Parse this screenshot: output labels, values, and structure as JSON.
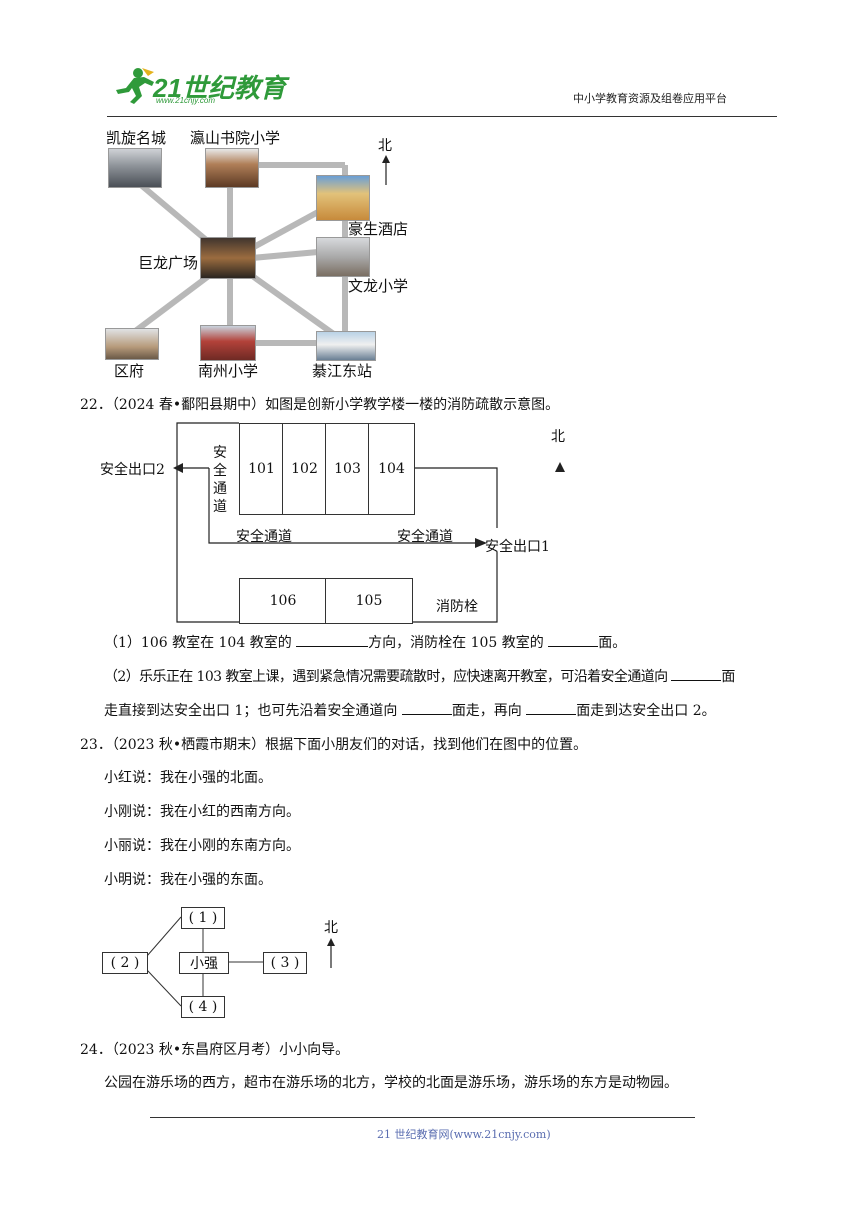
{
  "header": {
    "logo_text": "21世纪教育",
    "logo_url": "www.21cnjy.com",
    "platform": "中小学教育资源及组卷应用平台"
  },
  "map1": {
    "labels": {
      "kaixuan": "凯旋名城",
      "yingshan": "瀛山书院小学",
      "north": "北",
      "haosheng": "豪生酒店",
      "julong": "巨龙广场",
      "wenlong": "文龙小学",
      "qufu": "区府",
      "nanzhou": "南州小学",
      "qijiang": "綦江东站"
    }
  },
  "q22": {
    "stem": "22．（2024 春•鄱阳县期中）如图是创新小学教学楼一楼的消防疏散示意图。",
    "diagram": {
      "north": "北",
      "exit2": "安全出口2",
      "exit1": "安全出口1",
      "vertical_corridor": [
        "安",
        "全",
        "通",
        "道"
      ],
      "corridor_left": "安全通道",
      "corridor_right": "安全通道",
      "rooms_top": [
        "101",
        "102",
        "103",
        "104"
      ],
      "rooms_bottom": [
        "106",
        "105"
      ],
      "hydrant": "消防栓"
    },
    "sub1": {
      "a": "（1）106 教室在 104 教室的 ",
      "b": "方向，消防栓在 105 教室的 ",
      "c": "面。"
    },
    "sub2": {
      "a": "（2）乐乐正在 103 教室上课，遇到紧急情况需要疏散时，应快速离开教室，可沿着安全通道向 ",
      "b": "面",
      "c": "走直接到达安全出口 1；也可先沿着安全通道向 ",
      "d": "面走，再向 ",
      "e": "面走到达安全出口 2。"
    }
  },
  "q23": {
    "stem": "23．（2023 秋•栖霞市期末）根据下面小朋友们的对话，找到他们在图中的位置。",
    "lines": [
      "小红说：我在小强的北面。",
      "小刚说：我在小红的西南方向。",
      "小丽说：我在小刚的东南方向。",
      "小明说：我在小强的东面。"
    ],
    "diagram": {
      "b1": "( 1 )",
      "b2": "( 2 )",
      "center": "小强",
      "b3": "( 3 )",
      "b4": "( 4 )",
      "north": "北"
    }
  },
  "q24": {
    "stem": "24．（2023 秋•东昌府区月考）小小向导。",
    "text": "公园在游乐场的西方，超市在游乐场的北方，学校的北面是游乐场，游乐场的东方是动物园。"
  },
  "footer": {
    "text": "21 世纪教育网(www.21cnjy.com)"
  }
}
